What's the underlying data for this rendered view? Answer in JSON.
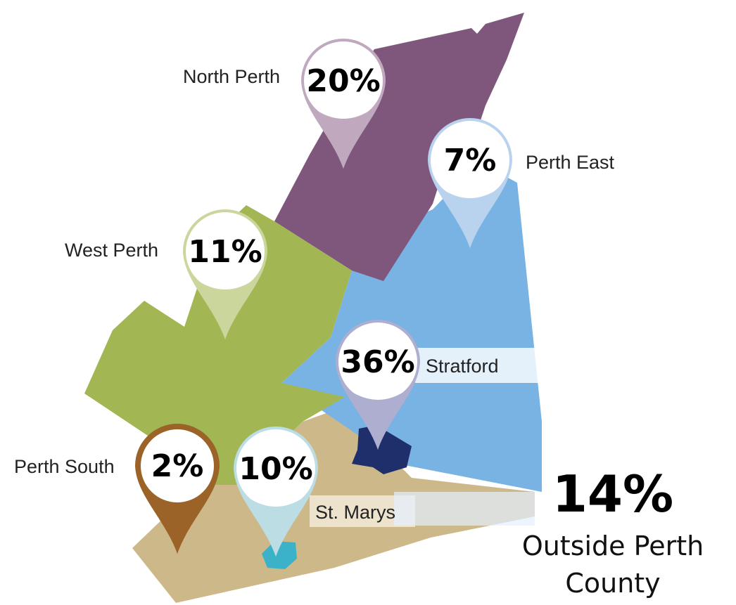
{
  "regions": [
    {
      "id": "north-perth",
      "name": "North Perth",
      "percent": "20%",
      "fill": "#7f577d",
      "pin_color": "#c0a9be"
    },
    {
      "id": "perth-east",
      "name": "Perth East",
      "percent": "7%",
      "fill": "#78b3e3",
      "pin_color": "#b9d2ee"
    },
    {
      "id": "west-perth",
      "name": "West Perth",
      "percent": "11%",
      "fill": "#a2b653",
      "pin_color": "#cbd69d"
    },
    {
      "id": "stratford",
      "name": "Stratford",
      "percent": "36%",
      "fill": "#1f2f6b",
      "pin_color": "#aeaed0"
    },
    {
      "id": "perth-south",
      "name": "Perth South",
      "percent": "2%",
      "fill": "#cdb88a",
      "pin_color": "#9b6328"
    },
    {
      "id": "st-marys",
      "name": "St. Marys",
      "percent": "10%",
      "fill": "#3cb2c8",
      "pin_color": "#bcdde4"
    }
  ],
  "outside": {
    "percent": "14%",
    "line1": "Outside Perth",
    "line2": "County"
  }
}
